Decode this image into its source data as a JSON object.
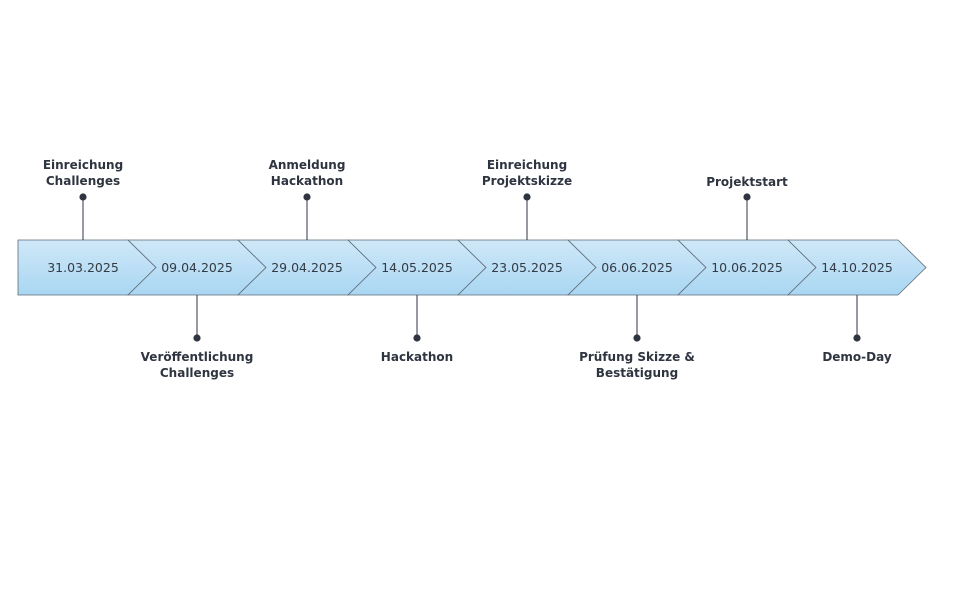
{
  "timeline": {
    "colors": {
      "chevron_fill_top": "#cfe8f8",
      "chevron_fill_bottom": "#a9d6f2",
      "chevron_stroke": "#5e6b78",
      "connector": "#2f3540",
      "text": "#2f3540"
    },
    "milestones": [
      {
        "date": "31.03.2025",
        "label": [
          "Einreichung",
          "Challenges"
        ],
        "position": "above"
      },
      {
        "date": "09.04.2025",
        "label": [
          "Veröffentlichung",
          "Challenges"
        ],
        "position": "below"
      },
      {
        "date": "29.04.2025",
        "label": [
          "Anmeldung",
          "Hackathon"
        ],
        "position": "above"
      },
      {
        "date": "14.05.2025",
        "label": [
          "Hackathon"
        ],
        "position": "below"
      },
      {
        "date": "23.05.2025",
        "label": [
          "Einreichung",
          "Projektskizze"
        ],
        "position": "above"
      },
      {
        "date": "06.06.2025",
        "label": [
          "Prüfung Skizze &",
          "Bestätigung"
        ],
        "position": "below"
      },
      {
        "date": "10.06.2025",
        "label": [
          "Projektstart"
        ],
        "position": "above"
      },
      {
        "date": "14.10.2025",
        "label": [
          "Demo-Day"
        ],
        "position": "below"
      }
    ]
  }
}
